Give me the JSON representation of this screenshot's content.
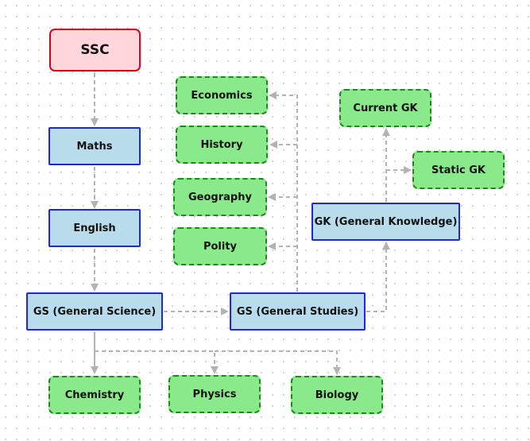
{
  "nodes": {
    "ssc": "SSC",
    "maths": "Maths",
    "english": "English",
    "gs_science": "GS (General Science)",
    "gs_studies": "GS (General Studies)",
    "gk": "GK (General Knowledge)",
    "economics": "Economics",
    "history": "History",
    "geography": "Geography",
    "polity": "Polity",
    "current_gk": "Current GK",
    "static_gk": "Static GK",
    "chemistry": "Chemistry",
    "physics": "Physics",
    "biology": "Biology"
  },
  "colors": {
    "root_fill": "#ffd6dc",
    "root_border": "#e0001a",
    "subject_fill": "#b9dcec",
    "subject_border": "#1e28d6",
    "topic_fill": "#8ae98a",
    "topic_border": "#1d8a1d",
    "edge": "#b3b3b3"
  }
}
